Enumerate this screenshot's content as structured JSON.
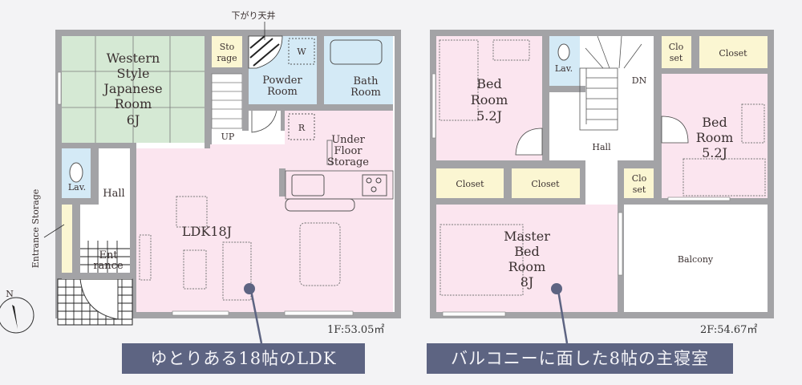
{
  "floor1": {
    "area": "1F:53.05㎡",
    "ceiling_note": "下がり天井",
    "rooms": {
      "japanese": [
        "Western",
        "Style",
        "Japanese",
        "Room",
        "6J"
      ],
      "storage": [
        "Sto",
        "rage"
      ],
      "washer": "W",
      "powder": [
        "Powder",
        "Room"
      ],
      "bath": [
        "Bath",
        "Room"
      ],
      "fridge": "R",
      "under_floor": [
        "Under",
        "Floor",
        "Storage"
      ],
      "up": "UP",
      "lav": "Lav.",
      "hall": "Hall",
      "entrance_storage": "Entrance Storage",
      "entrance": [
        "Ent",
        "rance"
      ],
      "ldk": "LDK18J"
    },
    "banner": "ゆとりある18帖のLDK"
  },
  "floor2": {
    "area": "2F:54.67㎡",
    "rooms": {
      "bed1": [
        "Bed",
        "Room",
        "5.2J"
      ],
      "lav": "Lav.",
      "dn": "DN",
      "hall": "Hall",
      "closet_small_top": [
        "Clo",
        "set"
      ],
      "closet_top": "Closet",
      "bed2": [
        "Bed",
        "Room",
        "5.2J"
      ],
      "closet_a": "Closet",
      "closet_b": "Closet",
      "closet_small_mid": [
        "Clo",
        "set"
      ],
      "master": [
        "Master",
        "Bed",
        "Room",
        "8J"
      ],
      "balcony": "Balcony"
    },
    "banner": "バルコニーに面した8帖の主寝室"
  },
  "compass": "N",
  "colors": {
    "wall": "#a3a3a6",
    "pink": "#fbe5ef",
    "green": "#d5e9d4",
    "blue": "#d4eaf6",
    "yellow": "#fbf6d2",
    "banner": "#5d6482"
  }
}
